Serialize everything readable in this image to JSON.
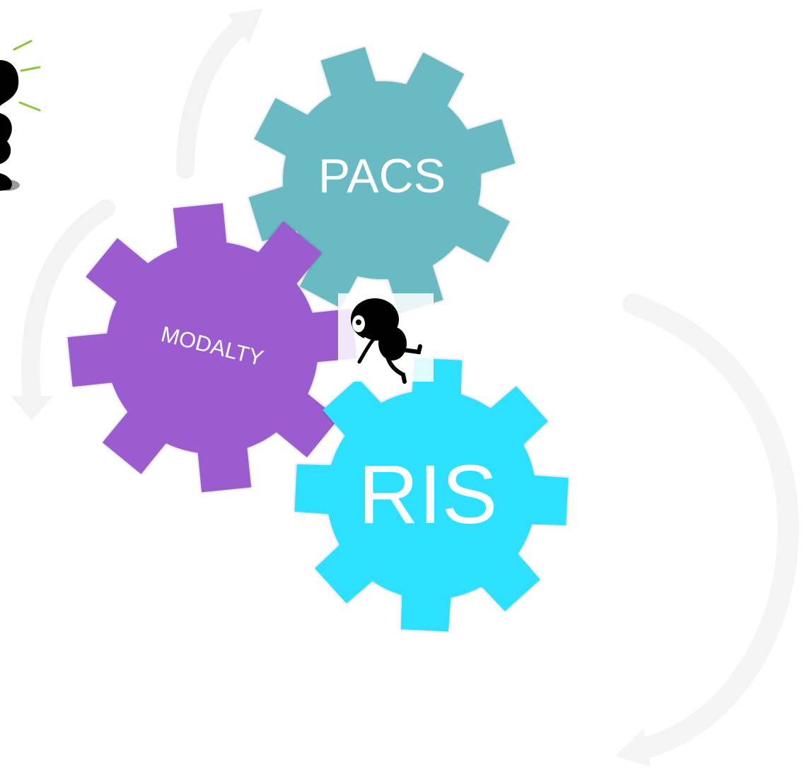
{
  "gears": [
    {
      "id": "pacs",
      "label": "PACS",
      "color": "#6bbac4"
    },
    {
      "id": "modality",
      "label": "MODALTY",
      "color": "#9b5ccf"
    },
    {
      "id": "ris",
      "label": "RIS",
      "color": "#2ee0ff"
    }
  ],
  "accent_colors": {
    "exclamation_lines": "#8cc63f",
    "arrows": "#f2f2f2",
    "figure": "#000000"
  }
}
